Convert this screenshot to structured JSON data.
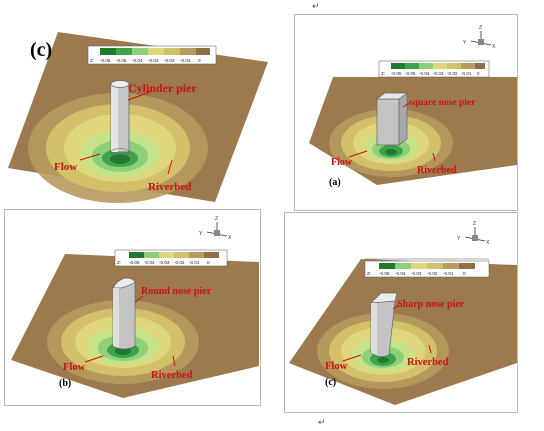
{
  "colors": {
    "riverbed": "#9c7a4e",
    "ring": [
      "#8f6f46",
      "#b79a5e",
      "#d3c06a",
      "#e0d77c",
      "#c7e38a",
      "#8ed07a",
      "#3ea34a",
      "#1f7a2e"
    ],
    "label_red": "#cc1111"
  },
  "colorbar": {
    "prefix": "Z:",
    "ticks_six": [
      "-0.06",
      "-0.05",
      "-0.04",
      "-0.03",
      "-0.02",
      "-0.01",
      "0"
    ],
    "ticks_five": [
      "-0.05",
      "-0.04",
      "-0.03",
      "-0.02",
      "-0.01",
      "0"
    ],
    "ticks_b": [
      "-0.05",
      "-0.04",
      "-0.03",
      "-0.02",
      "-0.01",
      "0"
    ]
  },
  "axes_triad": {
    "x": "X",
    "y": "Y",
    "z": "Z"
  },
  "marks": {
    "paragraph": "↵"
  },
  "panels": {
    "c_top": {
      "tag": "(c)",
      "pier_label": "Cylinder pier",
      "flow_label": "Flow",
      "bed_label": "Riverbed"
    },
    "a": {
      "tag": "(a)",
      "pier_label": "square nose pier",
      "flow_label": "Flow",
      "bed_label": "Riverbed"
    },
    "b": {
      "tag": "(b)",
      "pier_label": "Round nose pier",
      "flow_label": "Flow",
      "bed_label": "Riverbed"
    },
    "c_bottom": {
      "tag": "(c)",
      "pier_label": "Sharp nose pier",
      "flow_label": "Flow",
      "bed_label": "Riverbed"
    }
  }
}
